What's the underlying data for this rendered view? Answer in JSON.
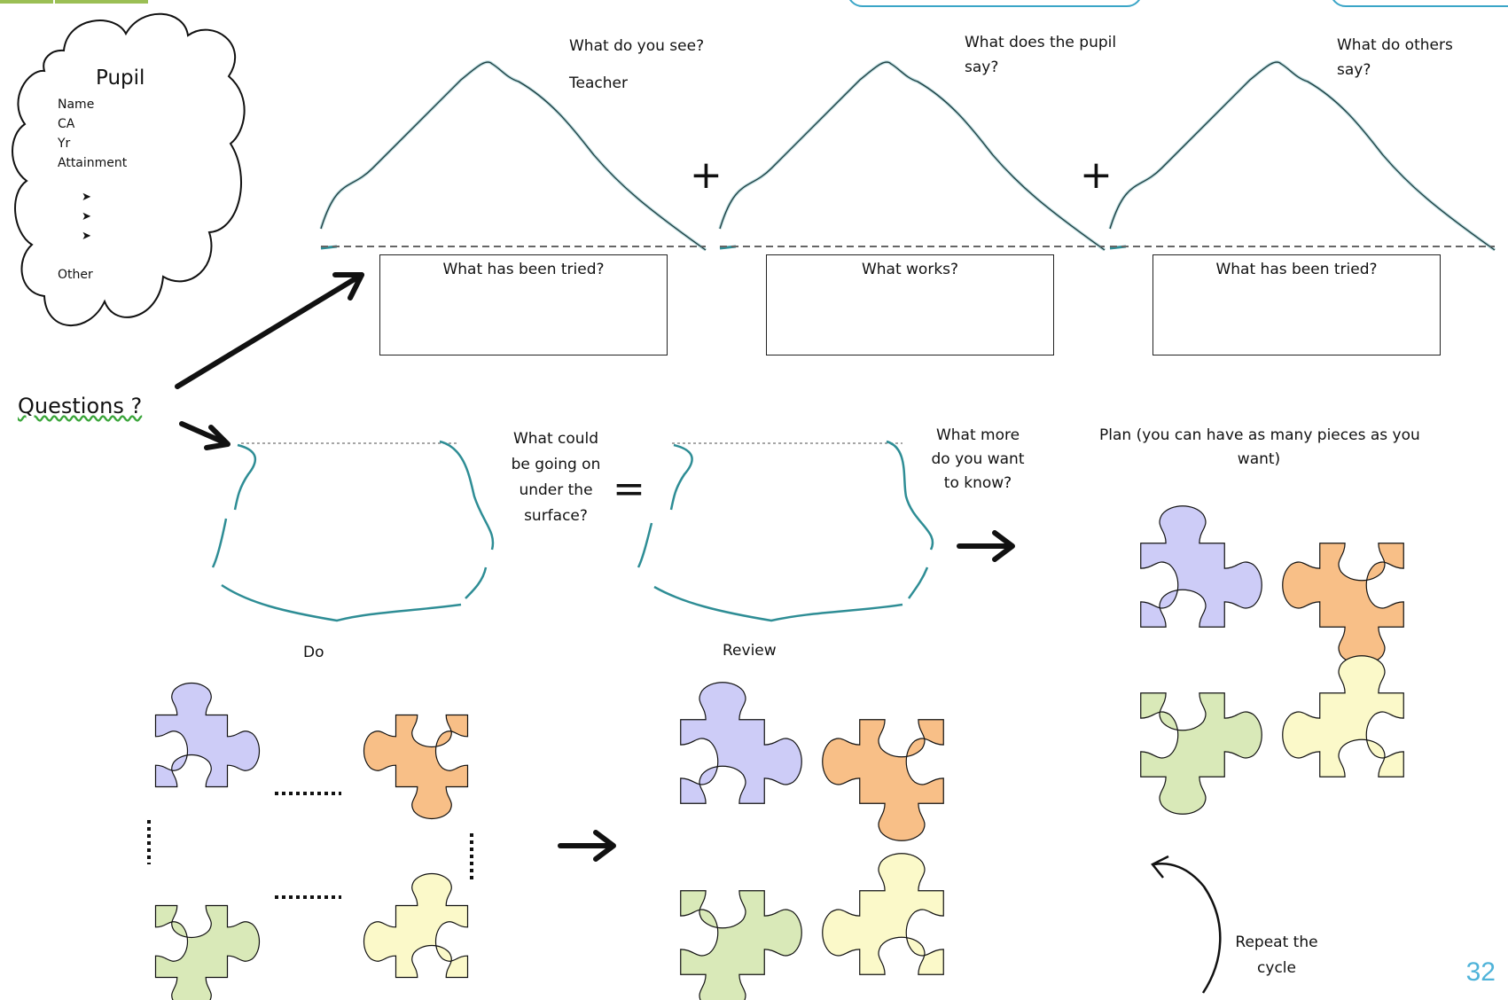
{
  "pupil": {
    "title": "Pupil",
    "fields": [
      "Name",
      "CA",
      "Yr",
      "Attainment"
    ],
    "bullets": [
      "➤",
      "➤",
      "➤"
    ],
    "other": "Other"
  },
  "questions_label": "Questions ?",
  "mountains": [
    {
      "q_line1": "What do you see?",
      "q_line2": "Teacher",
      "box": "What has been tried?"
    },
    {
      "q_line1": "What does the pupil",
      "q_line2": "say?",
      "box": "What works?"
    },
    {
      "q_line1": "What do others",
      "q_line2": "say?",
      "box": "What has been tried?"
    }
  ],
  "operators": {
    "plus": "+",
    "equals": "="
  },
  "under_surface": [
    "What could",
    "be going on",
    "under the",
    "surface?"
  ],
  "want_to_know": [
    "What more",
    "do you want",
    "to know?"
  ],
  "plan": [
    "Plan (you can have as many pieces as you",
    "want)"
  ],
  "do_label": "Do",
  "review_label": "Review",
  "repeat": [
    "Repeat the",
    "cycle"
  ],
  "page_number": "32",
  "colors": {
    "purple": "#cdccf7",
    "orange": "#f8bf87",
    "green": "#d9e9b8",
    "yellow": "#fbf9c9",
    "teal": "#2e8d95",
    "page_number": "#4fb3d9"
  }
}
